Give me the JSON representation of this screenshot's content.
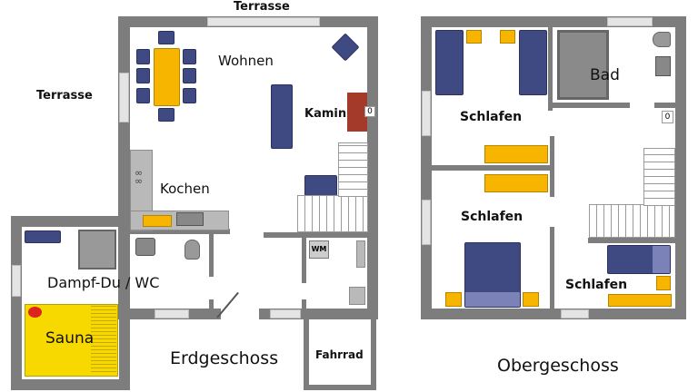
{
  "ground_floor": {
    "title": "Erdgeschoss",
    "rooms": {
      "terrace_top": "Terrasse",
      "terrace_left": "Terrasse",
      "living": "Wohnen",
      "fireplace": "Kamin",
      "kitchen": "Kochen",
      "steam_shower_wc": "Dampf-Du / WC",
      "sauna": "Sauna",
      "bicycle": "Fahrrad",
      "washing_machine": "WM",
      "chimney_marker": "0"
    }
  },
  "upper_floor": {
    "title": "Obergeschoss",
    "rooms": {
      "bath": "Bad",
      "bedroom_1": "Schlafen",
      "bedroom_2": "Schlafen",
      "bedroom_3": "Schlafen",
      "chimney_marker": "0"
    }
  },
  "colors": {
    "wall": "#7d7d7d",
    "furniture_blue": "#3f4a82",
    "furniture_yellow": "#f7b500",
    "fireplace": "#a33a2a"
  }
}
